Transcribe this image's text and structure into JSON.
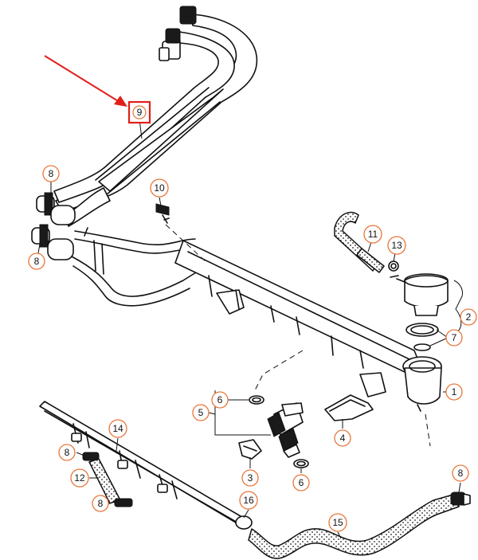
{
  "highlight": {
    "label": "9",
    "arrow_color": "#e0201b",
    "box_color": "#e0201b"
  },
  "callout_color": "#e8753a",
  "callouts": [
    {
      "id": "c8a",
      "label": "8"
    },
    {
      "id": "c8b",
      "label": "8"
    },
    {
      "id": "c10",
      "label": "10"
    },
    {
      "id": "c11",
      "label": "11"
    },
    {
      "id": "c13",
      "label": "13"
    },
    {
      "id": "c2",
      "label": "2"
    },
    {
      "id": "c7",
      "label": "7"
    },
    {
      "id": "c1",
      "label": "1"
    },
    {
      "id": "c6a",
      "label": "6"
    },
    {
      "id": "c5",
      "label": "5"
    },
    {
      "id": "c4",
      "label": "4"
    },
    {
      "id": "c14",
      "label": "14"
    },
    {
      "id": "c8c",
      "label": "8"
    },
    {
      "id": "c12",
      "label": "12"
    },
    {
      "id": "c8d",
      "label": "8"
    },
    {
      "id": "c3",
      "label": "3"
    },
    {
      "id": "c6b",
      "label": "6"
    },
    {
      "id": "c16",
      "label": "16"
    },
    {
      "id": "c15",
      "label": "15"
    },
    {
      "id": "c8e",
      "label": "8"
    }
  ]
}
